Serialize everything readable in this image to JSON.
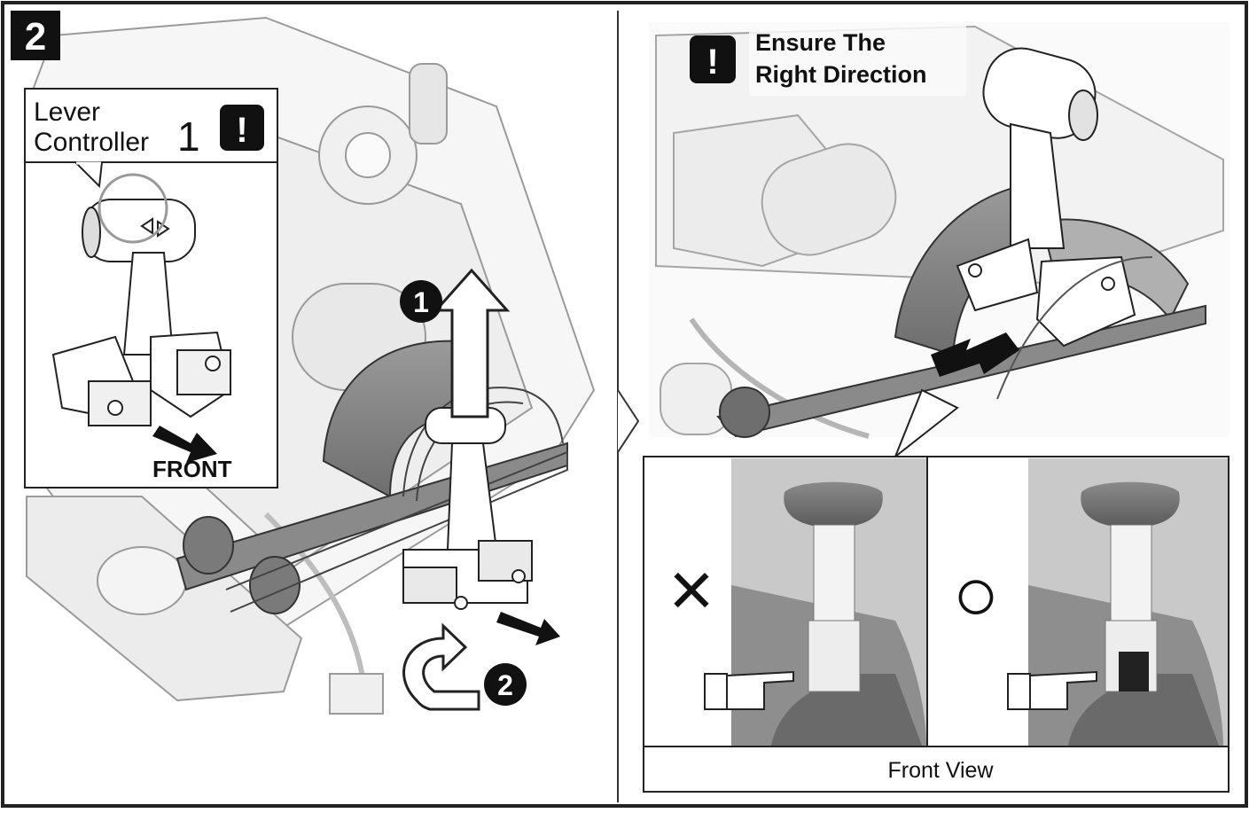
{
  "step": {
    "number": "2"
  },
  "callout": {
    "line1": "Lever",
    "line2": "Controller",
    "count": "1",
    "alert_symbol": "!",
    "direction_label": "FRONT"
  },
  "steps": [
    {
      "label": "1"
    },
    {
      "label": "2"
    }
  ],
  "notice": {
    "alert_symbol": "!",
    "line1": "Ensure The",
    "line2": "Right Direction"
  },
  "comparison": {
    "wrong_symbol": "×",
    "right_symbol": "○",
    "caption": "Front View"
  }
}
